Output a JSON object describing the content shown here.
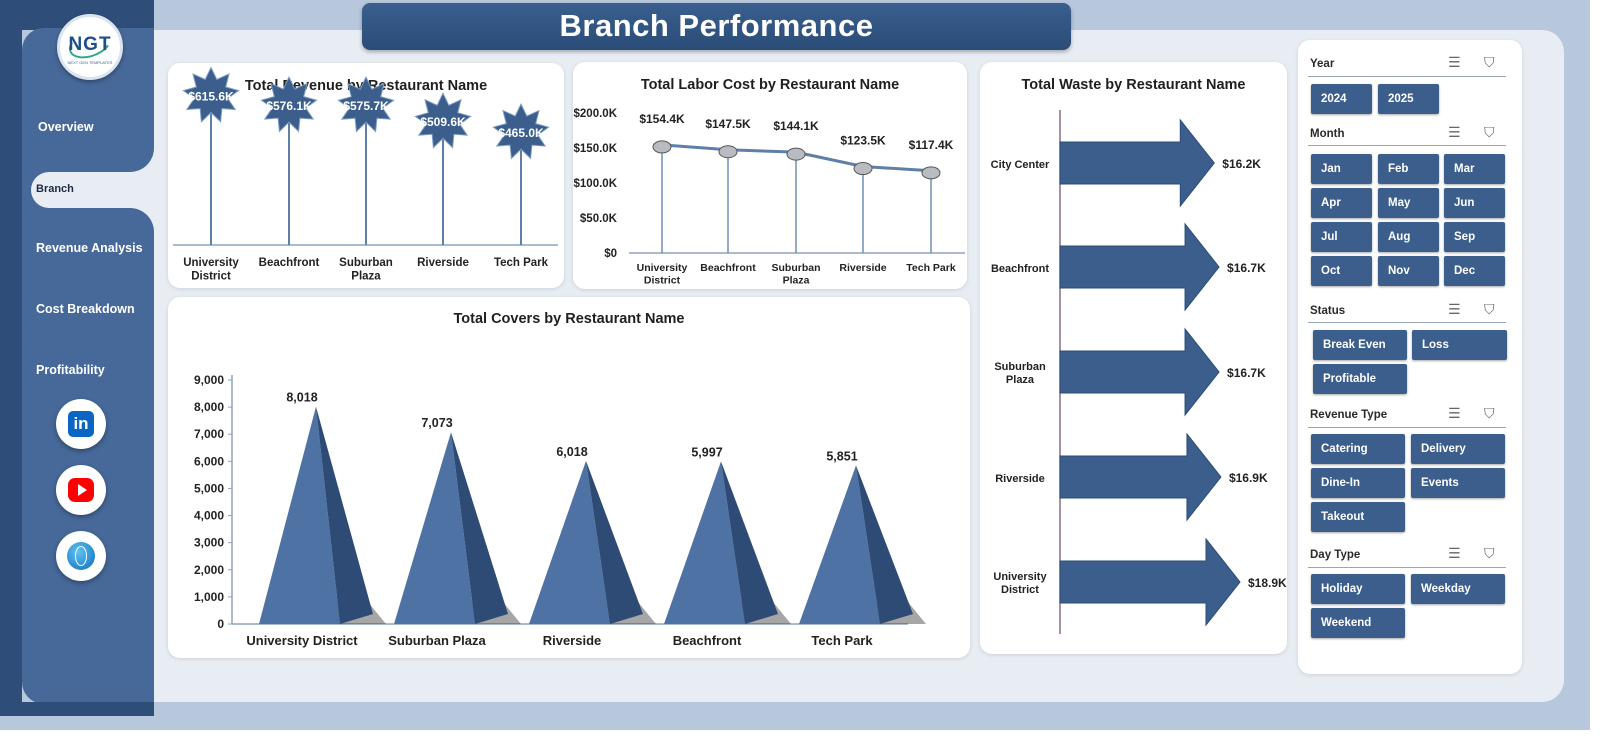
{
  "header": {
    "title": "Branch Performance"
  },
  "logo": {
    "text": "NGT",
    "subtext": "NEXT GEN TEMPLATES"
  },
  "nav": {
    "items": [
      "Overview",
      "Branch",
      "Revenue Analysis",
      "Cost Breakdown",
      "Profitability"
    ],
    "active": "Branch"
  },
  "social": {
    "linkedin": "linkedin-icon",
    "youtube": "youtube-icon",
    "website": "globe-icon"
  },
  "revenue": {
    "title": "Total Revenue by Restaurant Name",
    "labels": [
      "$615.6K",
      "$576.1K",
      "$575.7K",
      "$509.6K",
      "$465.0K"
    ]
  },
  "labor": {
    "title": "Total Labor Cost by Restaurant Name",
    "labels": [
      "$154.4K",
      "$147.5K",
      "$144.1K",
      "$123.5K",
      "$117.4K"
    ]
  },
  "waste": {
    "title": "Total Waste by Restaurant Name",
    "labels": [
      "$16.2K",
      "$16.7K",
      "$16.7K",
      "$16.9K",
      "$18.9K"
    ]
  },
  "covers": {
    "title": "Total Covers by Restaurant Name",
    "labels": [
      "8,018",
      "7,073",
      "6,018",
      "5,997",
      "5,851"
    ]
  },
  "chart_data": [
    {
      "type": "bar",
      "title": "Total Revenue by Restaurant Name",
      "categories": [
        "University District",
        "Beachfront",
        "Suburban Plaza",
        "Riverside",
        "Tech Park"
      ],
      "values": [
        615.6,
        576.1,
        575.7,
        509.6,
        465.0
      ],
      "unit": "$K"
    },
    {
      "type": "line",
      "title": "Total Labor Cost by Restaurant Name",
      "categories": [
        "University District",
        "Beachfront",
        "Suburban Plaza",
        "Riverside",
        "Tech Park"
      ],
      "values": [
        154.4,
        147.5,
        144.1,
        123.5,
        117.4
      ],
      "unit": "$K",
      "yticks": [
        "$0",
        "$50.0K",
        "$100.0K",
        "$150.0K",
        "$200.0K"
      ],
      "ylim": [
        0,
        200
      ]
    },
    {
      "type": "bar",
      "title": "Total Waste by Restaurant Name",
      "orientation": "horizontal",
      "categories": [
        "City Center",
        "Beachfront",
        "Suburban Plaza",
        "Riverside",
        "University District"
      ],
      "values": [
        16.2,
        16.7,
        16.7,
        16.9,
        18.9
      ],
      "unit": "$K"
    },
    {
      "type": "bar",
      "title": "Total Covers by Restaurant Name",
      "categories": [
        "University District",
        "Suburban Plaza",
        "Riverside",
        "Beachfront",
        "Tech Park"
      ],
      "values": [
        8018,
        7073,
        6018,
        5997,
        5851
      ],
      "yticks": [
        "0",
        "1,000",
        "2,000",
        "3,000",
        "4,000",
        "5,000",
        "6,000",
        "7,000",
        "8,000",
        "9,000"
      ],
      "ylim": [
        0,
        9000
      ]
    }
  ],
  "slicers": {
    "year": {
      "title": "Year",
      "options": [
        "2024",
        "2025"
      ]
    },
    "month": {
      "title": "Month",
      "options": [
        "Jan",
        "Feb",
        "Mar",
        "Apr",
        "May",
        "Jun",
        "Jul",
        "Aug",
        "Sep",
        "Oct",
        "Nov",
        "Dec"
      ]
    },
    "status": {
      "title": "Status",
      "options": [
        "Break Even",
        "Loss",
        "Profitable"
      ]
    },
    "revenue_type": {
      "title": "Revenue Type",
      "options": [
        "Catering",
        "Delivery",
        "Dine-In",
        "Events",
        "Takeout"
      ]
    },
    "day_type": {
      "title": "Day Type",
      "options": [
        "Holiday",
        "Weekday",
        "Weekend"
      ]
    }
  },
  "colors": {
    "primary": "#3b5e8c",
    "dark": "#2a4c78",
    "sidebar": "#46699a",
    "canvas": "#e8edf4"
  }
}
